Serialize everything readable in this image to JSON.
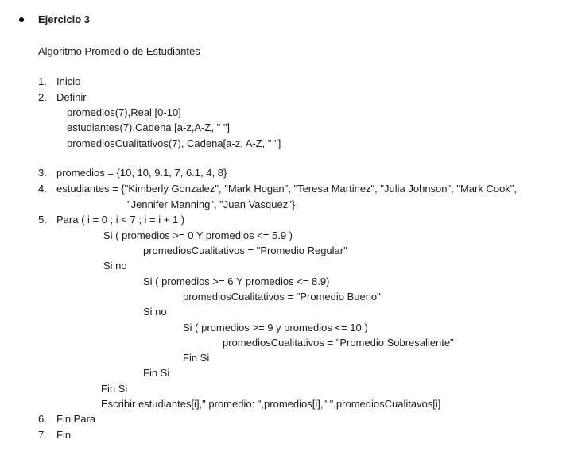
{
  "doc": {
    "exercise_title": "Ejercicio 3",
    "algorithm_title": "Algoritmo Promedio de Estudiantes",
    "steps": {
      "n1": "1.",
      "s1": "Inicio",
      "n2": "2.",
      "s2": "Definir",
      "def1": "promedios(7),Real [0-10]",
      "def2": "estudiantes(7),Cadena [a-z,A-Z, \" \"]",
      "def3": "promediosCualitativos(7), Cadena[a-z, A-Z, \" \"]",
      "n3": "3.",
      "s3": "promedios = {10, 10, 9.1, 7, 6.1, 4, 8}",
      "n4": "4.",
      "s4": "estudiantes = {\"Kimberly Gonzalez\", \"Mark Hogan\", \"Teresa Martinez\", \"Julia Johnson\", \"Mark Cook\",",
      "s4b": "\"Jennifer Manning\", \"Juan Vasquez\"}",
      "n5": "5.",
      "s5": "Para ( i = 0 ; i < 7 ; i = i + 1 )",
      "l1": "Si ( promedios >= 0 Y promedios <= 5.9 )",
      "l2": "promediosCualitativos = \"Promedio Regular\"",
      "l3": "Si no",
      "l4": "Si ( promedios >= 6 Y promedios <= 8.9)",
      "l5": "promediosCualitativos = \"Promedio Bueno\"",
      "l6": "Si no",
      "l7": "Si ( promedios >= 9 y promedios <= 10 )",
      "l8": "promediosCualitativos = \"Promedio Sobresaliente\"",
      "l9": "Fin Si",
      "l10": "Fin Si",
      "l11": "Fin Si",
      "l12": "Escribir estudiantes[i],\" promedio: \",promedios[i],\" \",promediosCualitavos[i]",
      "n6": "6.",
      "s6": "Fin Para",
      "n7": "7.",
      "s7": "Fin"
    }
  }
}
